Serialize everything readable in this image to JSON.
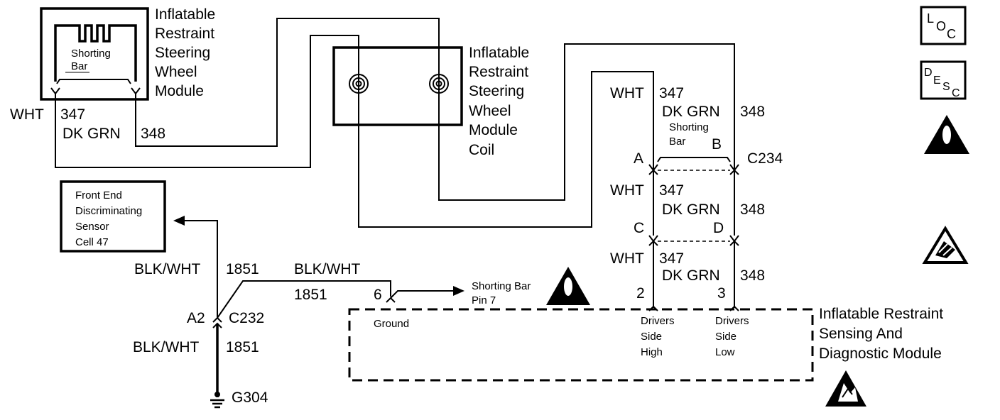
{
  "steering_module": {
    "title_lines": [
      "Inflatable",
      "Restraint",
      "Steering",
      "Wheel",
      "Module"
    ],
    "shorting_bar_lines": [
      "Shorting",
      "Bar"
    ]
  },
  "coil": {
    "title_lines": [
      "Inflatable",
      "Restraint",
      "Steering",
      "Wheel",
      "Module",
      "Coil"
    ]
  },
  "left_wires": {
    "color1": "WHT",
    "circuit1": "347",
    "color2": "DK GRN",
    "circuit2": "348"
  },
  "right_wires": {
    "upper": {
      "color1": "WHT",
      "circuit1": "347",
      "color2": "DK GRN",
      "circuit2": "348"
    },
    "middle": {
      "color1": "WHT",
      "circuit1": "347",
      "color2": "DK GRN",
      "circuit2": "348"
    },
    "lower": {
      "color1": "WHT",
      "circuit1": "347",
      "color2": "DK GRN",
      "circuit2": "348"
    }
  },
  "connector_c234": {
    "name": "C234",
    "pin_a": "A",
    "pin_b": "B",
    "pin_c": "C",
    "pin_d": "D",
    "shorting_bar_lines": [
      "Shorting",
      "Bar"
    ]
  },
  "front_sensor": {
    "lines": [
      "Front End",
      "Discriminating",
      "Sensor",
      "Cell 47"
    ]
  },
  "ground_circuit": {
    "upper_color": "BLK/WHT",
    "upper_circuit": "1851",
    "middle_color": "BLK/WHT",
    "middle_circuit": "1851",
    "lower_color": "BLK/WHT",
    "lower_circuit": "1851",
    "connector_pin": "A2",
    "connector_name": "C232",
    "ground_name": "G304",
    "module_pin": "6"
  },
  "shorting_bar_note": {
    "lines": [
      "Shorting Bar",
      "Pin 7"
    ]
  },
  "sdm": {
    "title_lines": [
      "Inflatable Restraint",
      "Sensing And",
      "Diagnostic Module"
    ],
    "ground_label": "Ground",
    "pin_high": "2",
    "pin_low": "3",
    "high_lines": [
      "Drivers",
      "Side",
      "High"
    ],
    "low_lines": [
      "Drivers",
      "Side",
      "Low"
    ]
  },
  "side_icons": {
    "loc": {
      "big": "L",
      "mid": "O",
      "small": "C"
    },
    "desc": {
      "d": "D",
      "e": "E",
      "s": "S",
      "c": "C"
    }
  },
  "icons": [
    "loc-icon",
    "desc-icon",
    "caution-icon",
    "service-manual-icon",
    "esd-icon"
  ]
}
